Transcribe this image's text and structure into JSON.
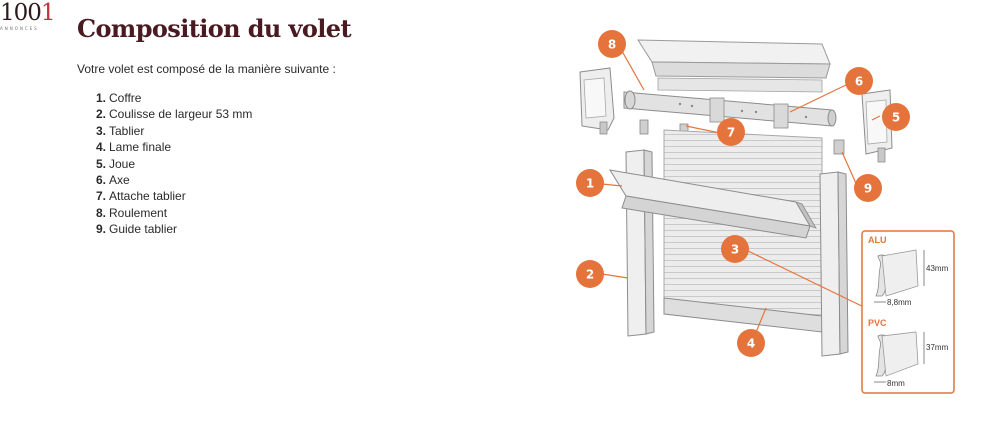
{
  "brand": {
    "number_main": "100",
    "number_last": "1",
    "tagline": "ANNONCES"
  },
  "page": {
    "title": "Composition du volet",
    "intro": "Votre volet est composé de la manière suivante :"
  },
  "parts": [
    {
      "num": "1.",
      "label": "Coffre"
    },
    {
      "num": "2.",
      "label": "Coulisse de largeur 53 mm"
    },
    {
      "num": "3.",
      "label": "Tablier"
    },
    {
      "num": "4.",
      "label": "Lame finale"
    },
    {
      "num": "5.",
      "label": "Joue"
    },
    {
      "num": "6.",
      "label": "Axe"
    },
    {
      "num": "7.",
      "label": "Attache tablier"
    },
    {
      "num": "8.",
      "label": "Roulement"
    },
    {
      "num": "9.",
      "label": "Guide tablier"
    }
  ],
  "diagram": {
    "badges": [
      "1",
      "2",
      "3",
      "4",
      "5",
      "6",
      "7",
      "8",
      "9"
    ],
    "inset": {
      "alu": {
        "title": "ALU",
        "height": "43mm",
        "thickness": "8,8mm"
      },
      "pvc": {
        "title": "PVC",
        "height": "37mm",
        "thickness": "8mm"
      }
    }
  },
  "colors": {
    "accent": "#e4743c",
    "title": "#4a1a22",
    "text": "#2a2a2a",
    "logo_red": "#c2333a"
  }
}
